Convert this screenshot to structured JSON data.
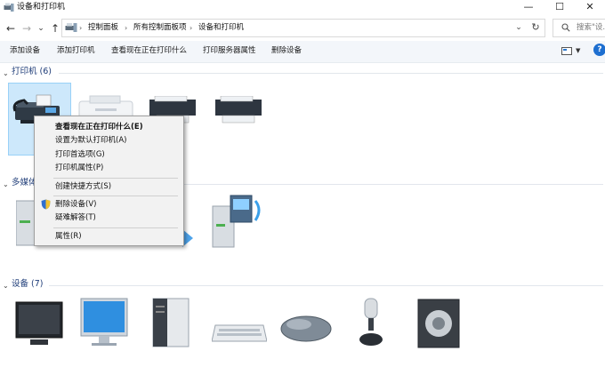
{
  "window": {
    "title": "设备和打印机",
    "minimize": "—",
    "maximize": "☐",
    "close": "✕"
  },
  "nav": {
    "back": "←",
    "forward": "→",
    "dropdown": "⌄",
    "up": "↑"
  },
  "address": {
    "crumbs": [
      "控制面板",
      "所有控制面板项",
      "设备和打印机"
    ],
    "separator": "›",
    "dropdown": "⌄",
    "refresh": "↻"
  },
  "search": {
    "placeholder": "搜索\"设..."
  },
  "toolbar": {
    "items": [
      "添加设备",
      "添加打印机",
      "查看现在正在打印什么",
      "打印服务器属性",
      "删除设备"
    ],
    "view_dropdown": "▼",
    "help": "?"
  },
  "groups": {
    "printers": {
      "label": "打印机 (6)",
      "chevron": "⌄"
    },
    "multimedia": {
      "label": "多媒体",
      "chevron": "⌄"
    },
    "devices": {
      "label": "设备 (7)",
      "chevron": "⌄"
    }
  },
  "context_menu": {
    "items": [
      {
        "label": "查看现在正在打印什么(E)",
        "bold": true
      },
      {
        "label": "设置为默认打印机(A)"
      },
      {
        "label": "打印首选项(G)"
      },
      {
        "label": "打印机属性(P)"
      },
      {
        "label": "创建快捷方式(S)"
      },
      {
        "label": "删除设备(V)",
        "icon": "shield-icon"
      },
      {
        "label": "疑难解答(T)"
      },
      {
        "label": "属性(R)"
      }
    ]
  },
  "colors": {
    "accent": "#1e6fd0",
    "group_header": "#1e3c78",
    "selection_fill": "#cde8fb",
    "selection_border": "#99d1f7",
    "menu_bg": "#f2f2f2"
  }
}
